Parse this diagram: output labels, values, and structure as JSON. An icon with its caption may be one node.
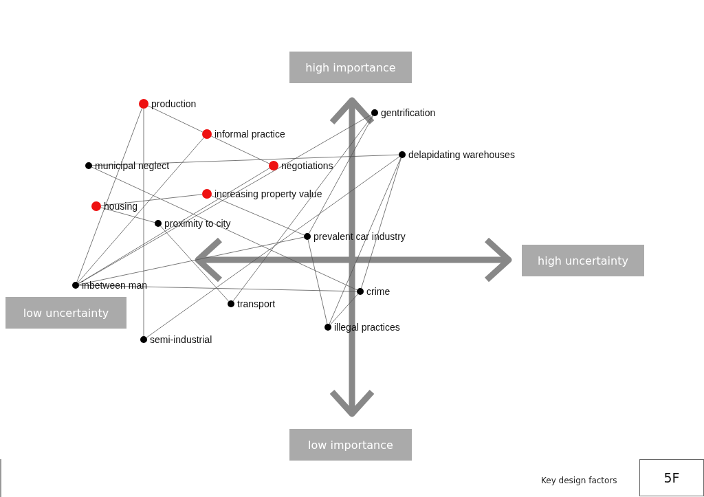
{
  "diagram": {
    "nodes": [
      {
        "text": [
          "high importance"
        ]
      },
      {
        "text": [
          "production"
        ]
      },
      {
        "text": [
          "gentrification"
        ]
      },
      {
        "text": [
          "informal practice"
        ]
      },
      {
        "text": [
          "delapidating warehouses"
        ]
      },
      {
        "text": [
          "municipal neglect"
        ]
      },
      {
        "text": [
          "negotiations"
        ]
      },
      {
        "text": [
          "increasing property value"
        ]
      },
      {
        "text": [
          "housing"
        ]
      },
      {
        "text": [
          "proximity to city"
        ]
      },
      {
        "text": [
          "prevalent car industry"
        ]
      },
      {
        "text": [
          "low uncertainty"
        ]
      },
      {
        "text": [
          "high uncertainty"
        ]
      },
      {
        "text": [
          "inbetween man"
        ]
      },
      {
        "text": [
          "crime"
        ]
      },
      {
        "text": [
          "transport"
        ]
      },
      {
        "text": [
          "illegal practices"
        ]
      },
      {
        "text": [
          "semi-industrial"
        ]
      },
      {
        "text": [
          "low importance"
        ]
      },
      {
        "text": [
          "5F"
        ]
      }
    ],
    "edges": [
      {
        "from": 1,
        "to": 3,
        "arrow": "none"
      },
      {
        "from": 3,
        "to": 6,
        "arrow": "none"
      },
      {
        "from": 1,
        "to": 13,
        "arrow": "none"
      },
      {
        "from": 1,
        "to": 17,
        "arrow": "none"
      },
      {
        "from": 3,
        "to": 13,
        "arrow": "none"
      },
      {
        "from": 5,
        "to": 4,
        "arrow": "none"
      },
      {
        "from": 5,
        "to": 14,
        "arrow": "none"
      },
      {
        "from": 6,
        "to": 13,
        "arrow": "none"
      },
      {
        "from": 2,
        "to": 13,
        "arrow": "none"
      },
      {
        "from": 7,
        "to": 8,
        "arrow": "none"
      },
      {
        "from": 7,
        "to": 10,
        "arrow": "none"
      },
      {
        "from": 8,
        "to": 9,
        "arrow": "none"
      },
      {
        "from": 9,
        "to": 15,
        "arrow": "none"
      },
      {
        "from": 2,
        "to": 15,
        "arrow": "none"
      },
      {
        "from": 2,
        "to": 10,
        "arrow": "none"
      },
      {
        "from": 13,
        "to": 10,
        "arrow": "none"
      },
      {
        "from": 13,
        "to": 14,
        "arrow": "none"
      },
      {
        "from": 4,
        "to": 17,
        "arrow": "none"
      },
      {
        "from": 4,
        "to": 16,
        "arrow": "none"
      },
      {
        "from": 4,
        "to": 14,
        "arrow": "none"
      },
      {
        "from": 10,
        "to": 16,
        "arrow": "none"
      },
      {
        "from": 14,
        "to": 16,
        "arrow": "none"
      }
    ],
    "labels": [
      "Key design factors"
    ]
  }
}
